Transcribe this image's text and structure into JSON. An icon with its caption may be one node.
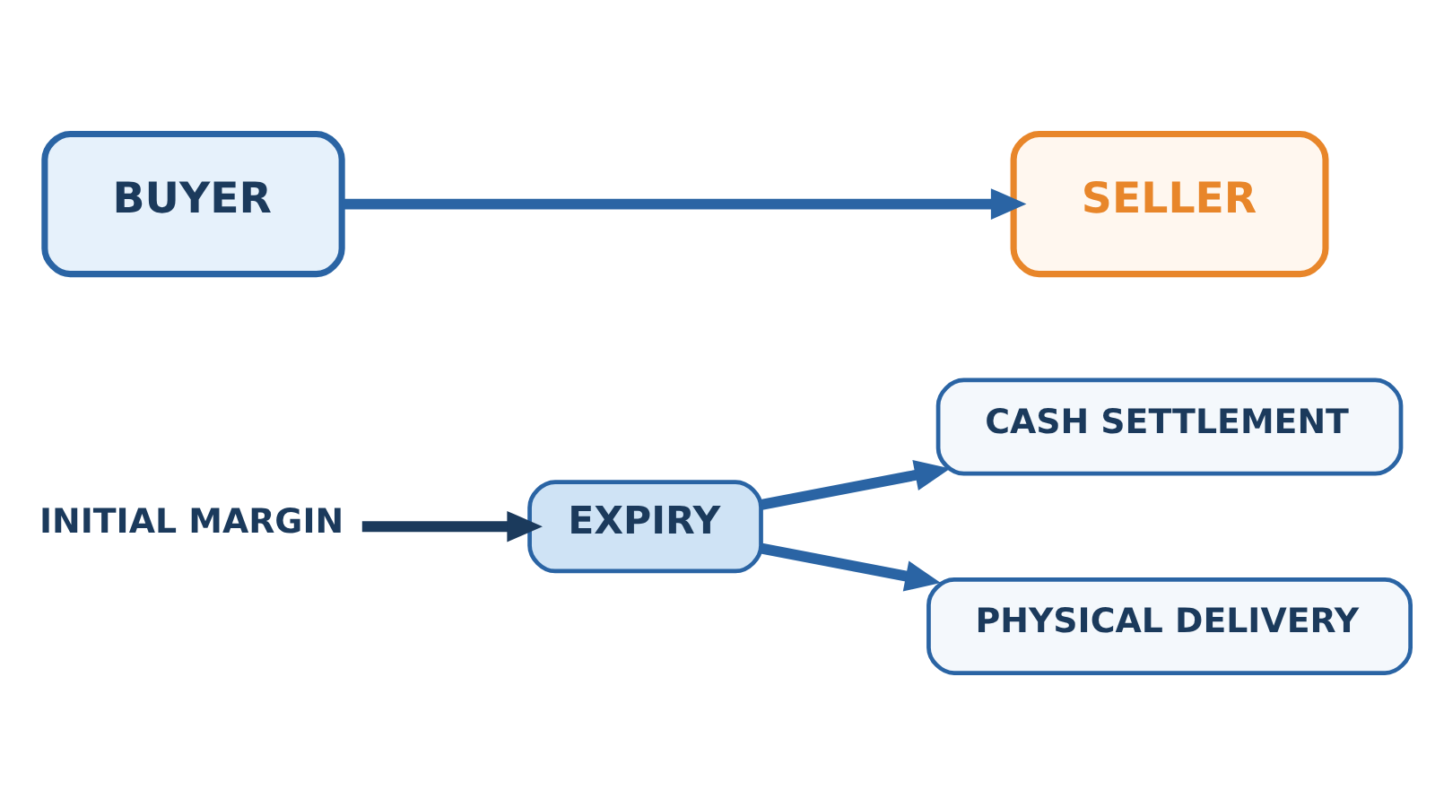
{
  "diagram": {
    "nodes": [
      {
        "text": [
          "BUYER"
        ]
      },
      {
        "text": [
          "SELLER"
        ]
      },
      {
        "text": [
          "INITIAL MARGIN"
        ]
      },
      {
        "text": [
          "EXPIRY"
        ]
      },
      {
        "text": [
          "CASH SETTLEMENT"
        ]
      },
      {
        "text": [
          "PHYSICAL DELIVERY"
        ]
      }
    ],
    "edges": [
      {
        "from": 0,
        "to": 1,
        "arrow": "to"
      },
      {
        "from": 2,
        "to": 3,
        "arrow": "to",
        "color": "#1b3a5c"
      },
      {
        "from": 3,
        "to": 4,
        "arrow": "to"
      },
      {
        "from": 3,
        "to": 5,
        "arrow": "to"
      }
    ]
  }
}
